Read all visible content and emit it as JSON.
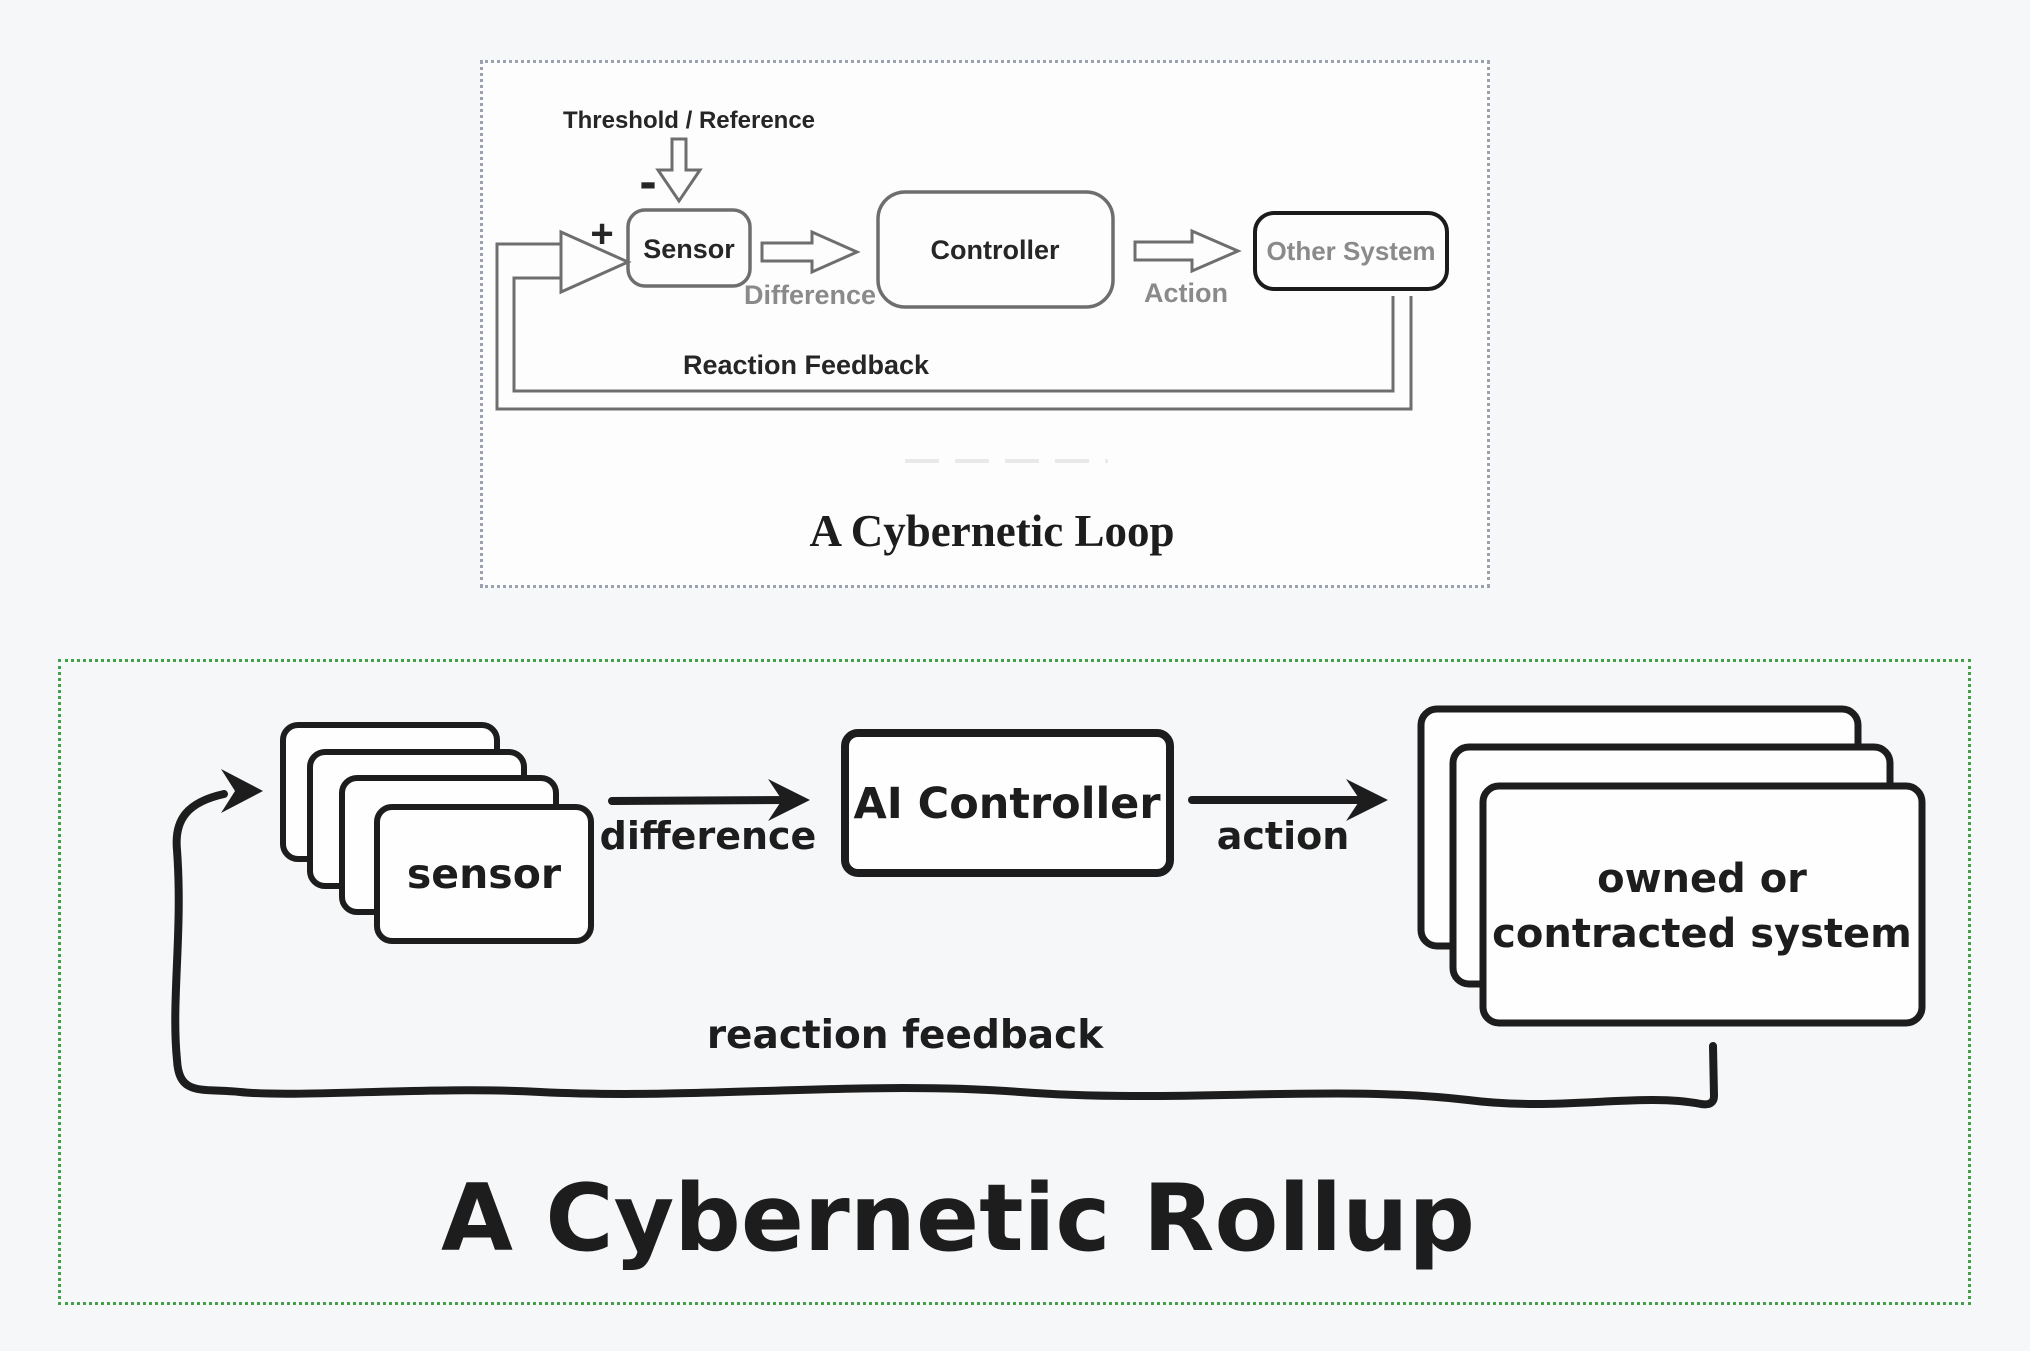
{
  "loop_panel": {
    "title": "A Cybernetic Loop",
    "threshold_label": "Threshold / Reference",
    "minus_sign": "-",
    "plus_sign": "+",
    "sensor_label": "Sensor",
    "controller_label": "Controller",
    "other_system_label": "Other System",
    "difference_label": "Difference",
    "action_label": "Action",
    "feedback_label": "Reaction Feedback"
  },
  "rollup_panel": {
    "title": "A Cybernetic Rollup",
    "sensor_label": "sensor",
    "controller_label": "AI Controller",
    "system_label_line1": "owned or",
    "system_label_line2": "contracted system",
    "difference_label": "difference",
    "action_label": "action",
    "feedback_label": "reaction feedback"
  },
  "colors": {
    "page_background": "#f6f7f9",
    "loop_panel_background": "#fdfdfd",
    "loop_panel_border": "#9aa2af",
    "rollup_panel_border": "#42a049",
    "loop_stroke": "#6e6e6e",
    "loop_muted_text": "#8a8a8a",
    "loop_dark_text": "#262626",
    "other_system_border": "#1b1b1b",
    "rollup_stroke": "#1d1d1d"
  }
}
